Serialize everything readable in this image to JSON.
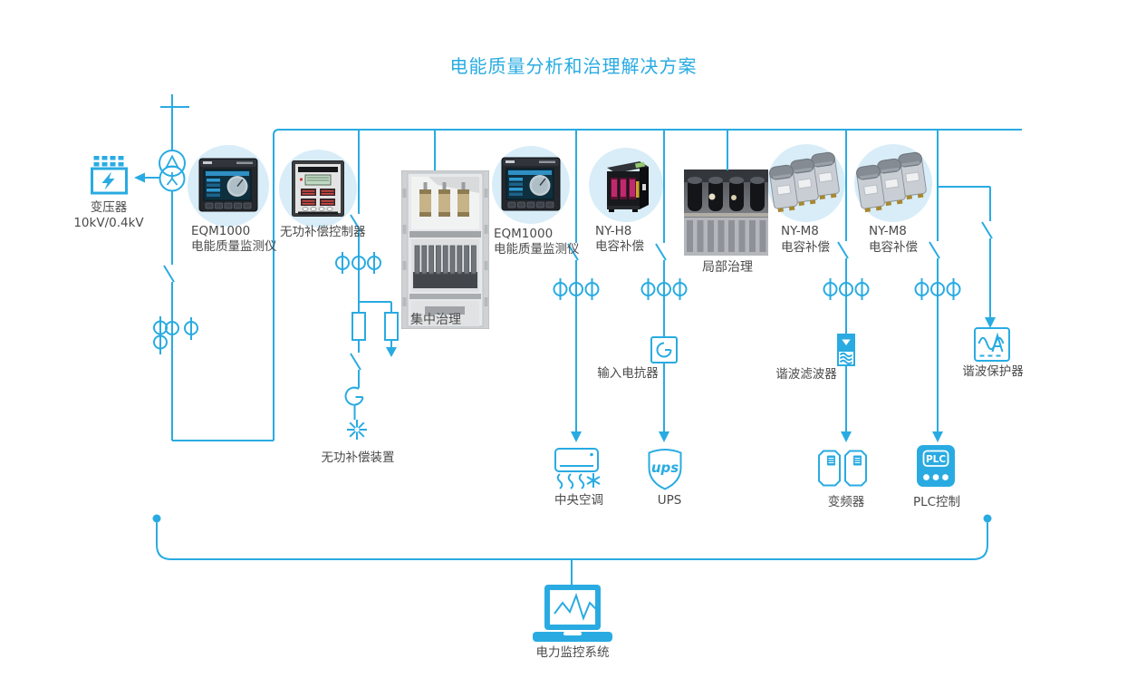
{
  "title": "电能质量分析和治理解决方案",
  "colors": {
    "accent": "#29abe2",
    "label_ink": "#4a4a4a",
    "circle_fill": "#d8edf8"
  },
  "source": {
    "transformer_label": "变压器",
    "transformer_rating": "10kV/0.4kV"
  },
  "products": {
    "eqm1": {
      "model": "EQM1000",
      "name": "电能质量监测仪"
    },
    "rpc_controller": {
      "name": "无功补偿控制器"
    },
    "eqm2": {
      "model": "EQM1000",
      "name": "电能质量监测仪"
    },
    "ny_h8": {
      "model": "NY-H8",
      "name": "电容补偿"
    },
    "ny_m8_1": {
      "model": "NY-M8",
      "name": "电容补偿"
    },
    "ny_m8_2": {
      "model": "NY-M8",
      "name": "电容补偿"
    }
  },
  "treatments": {
    "centralized": "集中治理",
    "local": "局部治理"
  },
  "devices": {
    "reactive_compensation": "无功补偿装置",
    "input_reactor": "输入电抗器",
    "central_ac": "中央空调",
    "ups": "UPS",
    "harmonic_filter": "谐波滤波器",
    "vfd": "变频器",
    "plc": "PLC控制",
    "harmonic_protector": "谐波保护器",
    "monitoring": "电力监控系统"
  },
  "icon_text": {
    "ups": "ups",
    "plc": "PLC"
  }
}
